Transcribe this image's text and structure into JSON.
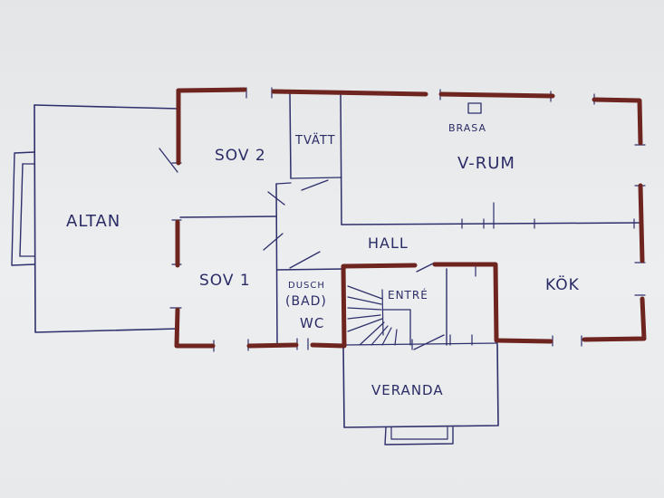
{
  "rooms": {
    "altan": "ALTAN",
    "sov2": "SOV 2",
    "tvatt": "TVÄTT",
    "brasa": "BRASA",
    "vrum": "V-RUM",
    "hall": "HALL",
    "sov1": "SOV 1",
    "dusch": "DUSCH",
    "bad": "(BAD)",
    "wc": "WC",
    "entre": "ENTRÉ",
    "kok": "KÖK",
    "veranda": "VERANDA"
  },
  "colors": {
    "ink": "#2e2f6b",
    "wall": "#6e2520",
    "paper": "#e9eaec"
  }
}
